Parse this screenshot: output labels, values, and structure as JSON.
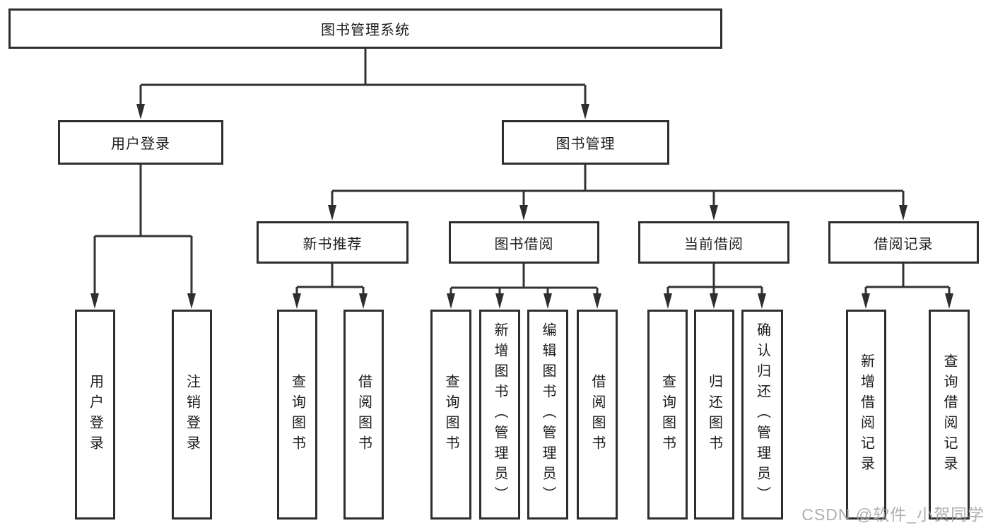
{
  "title": "图书管理系统",
  "level2": [
    {
      "label": "用户登录"
    },
    {
      "label": "图书管理"
    }
  ],
  "login_children": [
    "用户登录",
    "注销登录"
  ],
  "modules": [
    {
      "label": "新书推荐",
      "children": [
        "查询图书",
        "借阅图书"
      ]
    },
    {
      "label": "图书借阅",
      "children": [
        "查询图书",
        "新增图书（管理员）",
        "编辑图书（管理员）",
        "借阅图书"
      ]
    },
    {
      "label": "当前借阅",
      "children": [
        "查询图书",
        "归还图书",
        "确认归还（管理员）"
      ]
    },
    {
      "label": "借阅记录",
      "children": [
        "新增借阅记录",
        "查询借阅记录"
      ]
    }
  ],
  "watermark": "CSDN @软件_小贺同学",
  "colors": {
    "line": "#333333",
    "box_border": "#2e2e2e",
    "text": "#1c1c1c",
    "background": "#ffffff",
    "watermark": "#a3a3a3"
  }
}
